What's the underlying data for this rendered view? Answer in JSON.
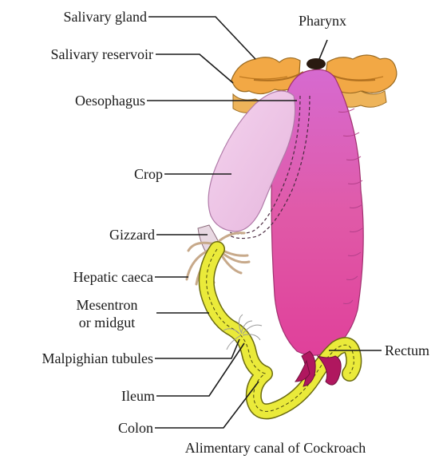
{
  "labels": {
    "salivary_gland": "Salivary gland",
    "salivary_reservoir": "Salivary reservoir",
    "oesophagus": "Oesophagus",
    "crop": "Crop",
    "gizzard": "Gizzard",
    "hepatic_caeca": "Hepatic caeca",
    "mesentron_line1": "Mesentron",
    "mesentron_line2": "or midgut",
    "malpighian_tubules": "Malpighian tubules",
    "ileum": "Ileum",
    "colon": "Colon",
    "pharynx": "Pharynx",
    "rectum": "Rectum"
  },
  "caption": "Alimentary canal of Cockroach",
  "colors": {
    "body_magenta": "#e0509f",
    "crop_pink": "#eec9e6",
    "gland_orange": "#f2a845",
    "intestine_yellow": "#eaea3a",
    "rectum_dark": "#b0175f",
    "leader_line": "#1a1a1a"
  }
}
